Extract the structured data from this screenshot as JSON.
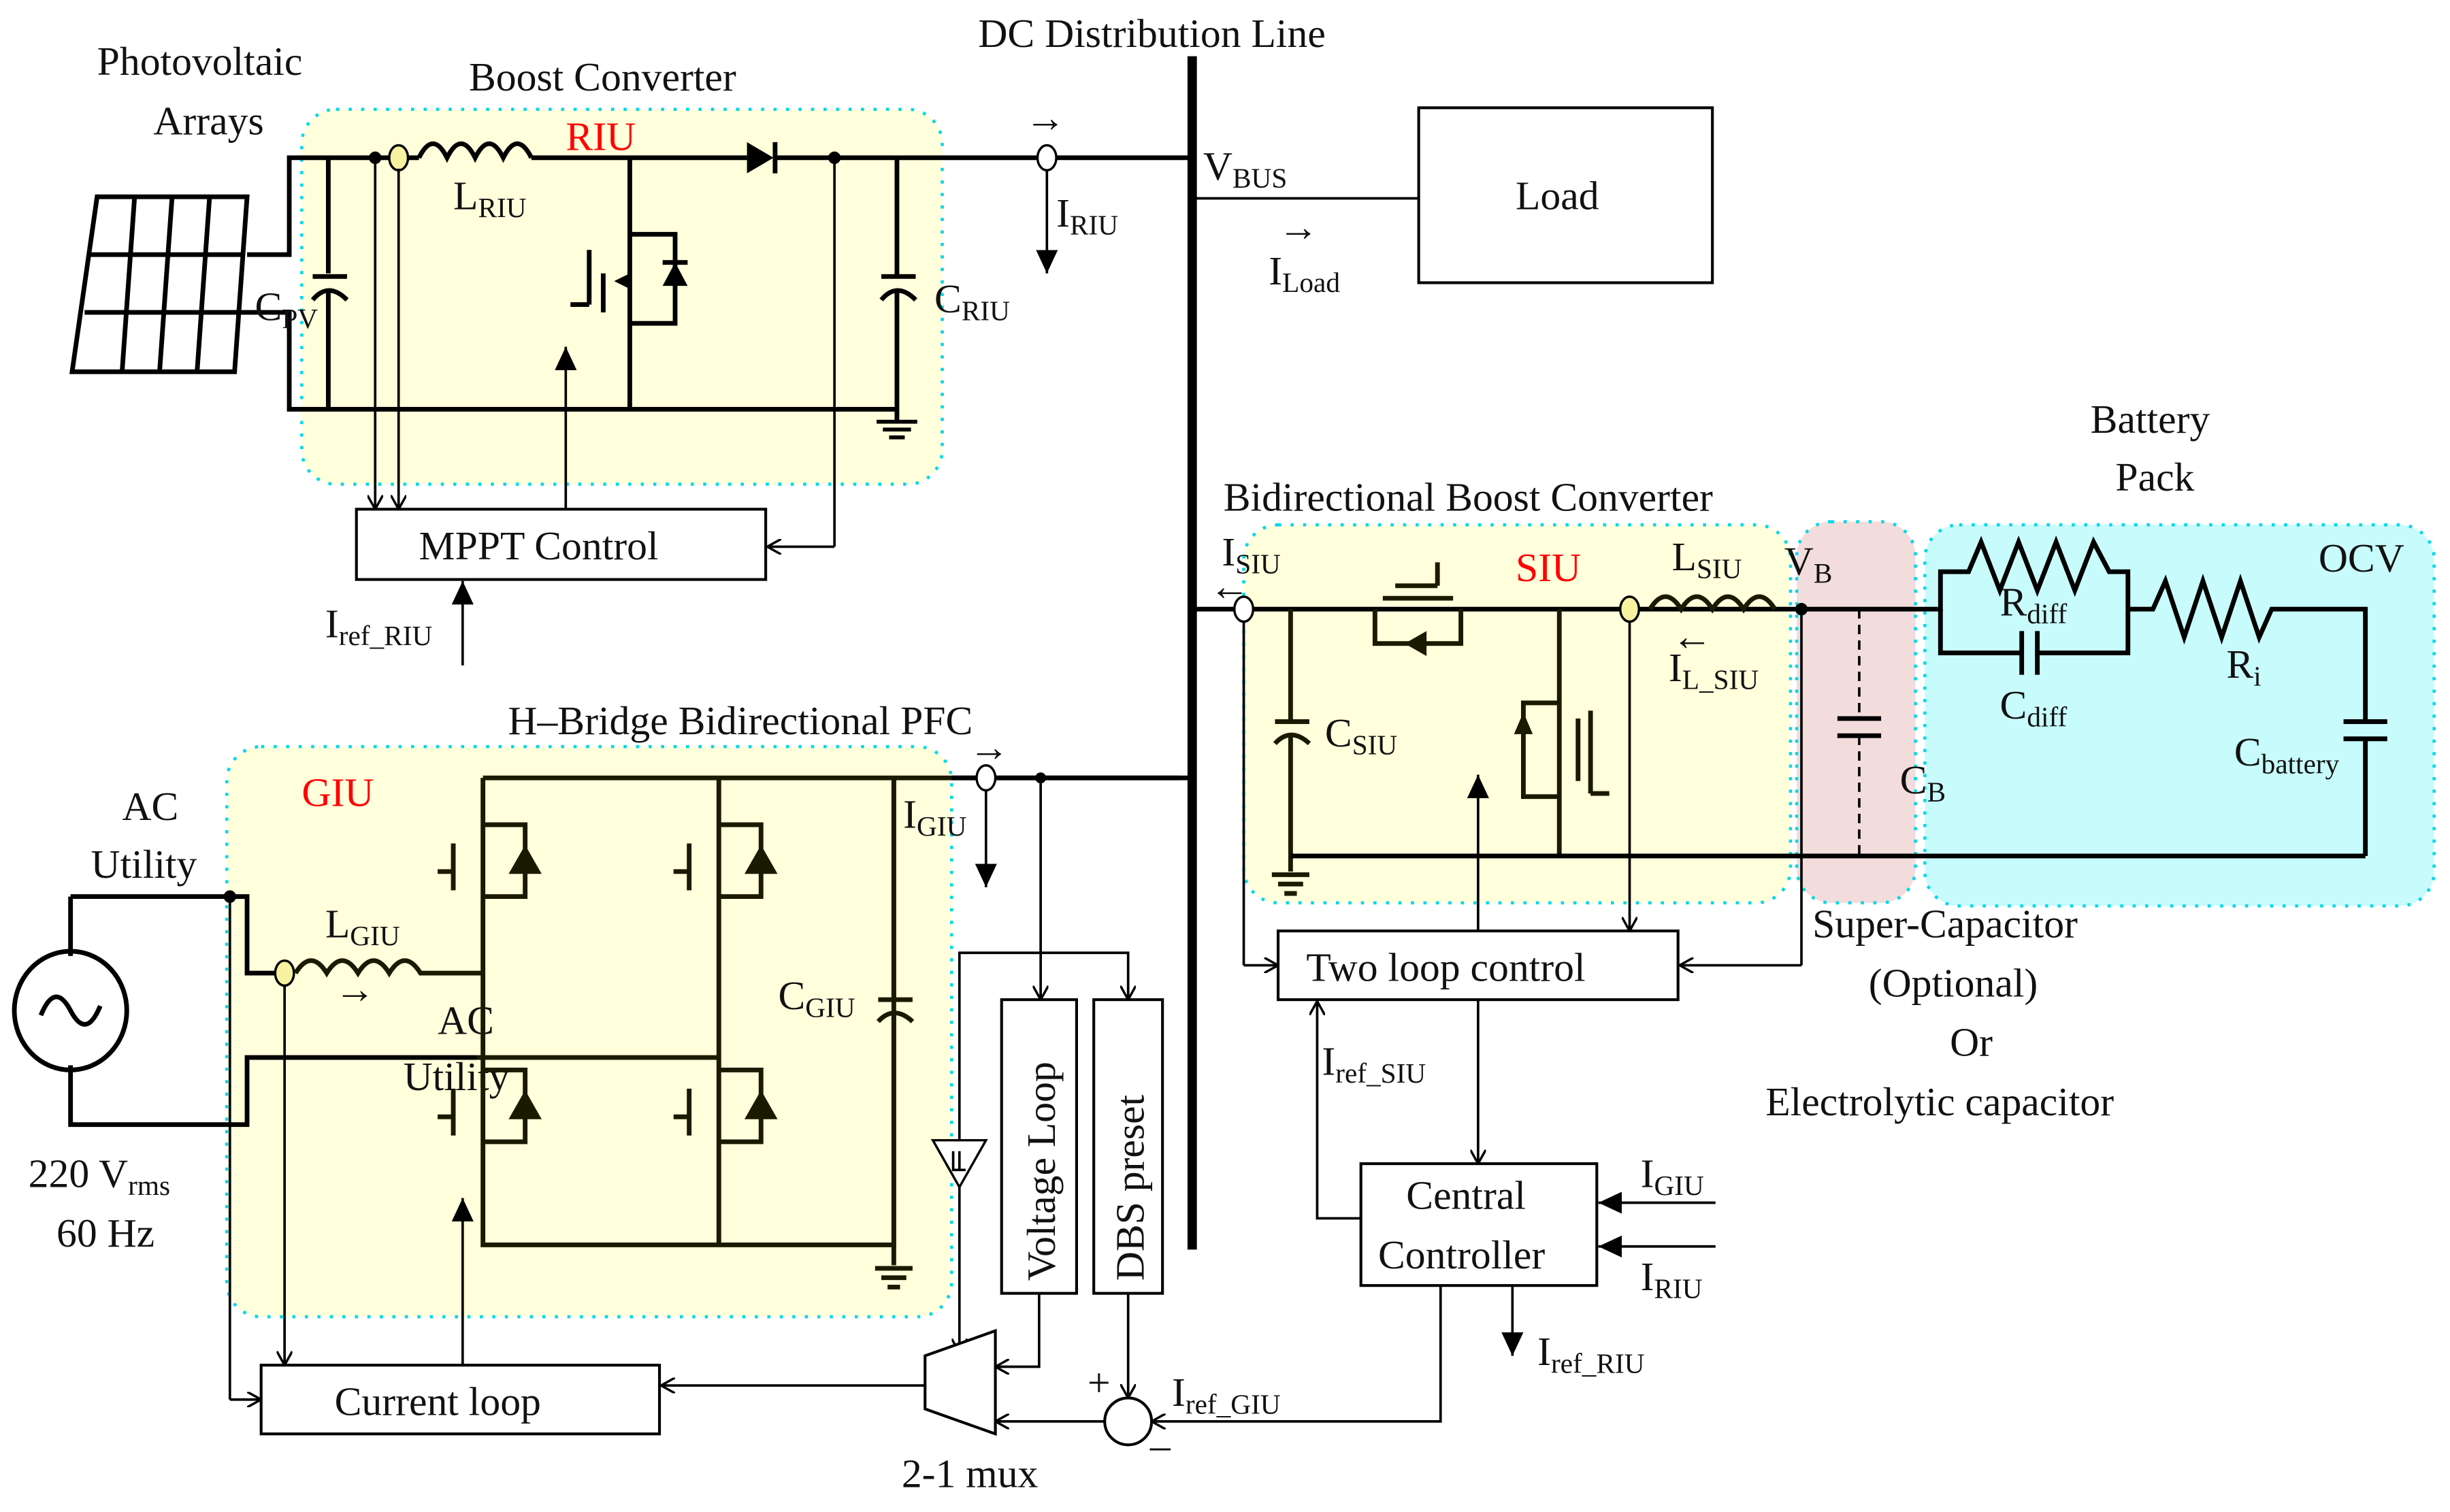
{
  "title_labels": {
    "pv_arrays_1": "Photovoltaic",
    "pv_arrays_2": "Arrays",
    "boost_converter": "Boost Converter",
    "dc_line": "DC Distribution Line",
    "bidirectional_boost": "Bidirectional Boost Converter",
    "battery_1": "Battery",
    "battery_2": "Pack",
    "hbridge": "H–Bridge Bidirectional PFC",
    "ac_utility_1": "AC",
    "ac_utility_2": "Utility",
    "ac_overlap_1": "AC",
    "ac_overlap_2": "Utility",
    "source_v": "220 V",
    "source_v_sub": "rms",
    "source_f": "60 Hz",
    "supercap_1": "Super-Capacitor",
    "supercap_2": "(Optional)",
    "supercap_3": "Or",
    "supercap_4": "Electrolytic capacitor",
    "mux": "2-1 mux"
  },
  "units": {
    "riu": "RIU",
    "siu": "SIU",
    "giu": "GIU"
  },
  "colors": {
    "unit_label": "#ff0000",
    "zone_yellow": "#ffffdc",
    "zone_pink": "#f3dcdc",
    "zone_cyan": "#c8fcfc",
    "zone_border": "#00d8e8"
  },
  "blocks": {
    "mppt": "MPPT Control",
    "load": "Load",
    "two_loop": "Two loop control",
    "central_1": "Central",
    "central_2": "Controller",
    "current_loop": "Current loop",
    "voltage_loop": "Voltage Loop",
    "dbs_preset": "DBS preset"
  },
  "components": {
    "L_RIU": {
      "main": "L",
      "sub": "RIU"
    },
    "C_PV": {
      "main": "C",
      "sub": "PV"
    },
    "C_RIU": {
      "main": "C",
      "sub": "RIU"
    },
    "I_RIU": {
      "main": "I",
      "sub": "RIU"
    },
    "V_BUS": {
      "main": "V",
      "sub": "BUS"
    },
    "I_Load": {
      "main": "I",
      "sub": "Load"
    },
    "Iref_RIU_in": {
      "main": "I",
      "sub": "ref_RIU"
    },
    "I_SIU": {
      "main": "I",
      "sub": "SIU"
    },
    "L_SIU": {
      "main": "L",
      "sub": "SIU"
    },
    "V_B": {
      "main": "V",
      "sub": "B"
    },
    "I_L_SIU": {
      "main": "I",
      "sub": "L_SIU"
    },
    "C_SIU": {
      "main": "C",
      "sub": "SIU"
    },
    "C_B": {
      "main": "C",
      "sub": "B"
    },
    "R_diff": {
      "main": "R",
      "sub": "diff"
    },
    "C_diff": {
      "main": "C",
      "sub": "diff"
    },
    "R_i": {
      "main": "R",
      "sub": "i"
    },
    "C_battery": {
      "main": "C",
      "sub": "battery"
    },
    "OCV": "OCV",
    "I_GIU": {
      "main": "I",
      "sub": "GIU"
    },
    "L_GIU": {
      "main": "L",
      "sub": "GIU"
    },
    "C_GIU": {
      "main": "C",
      "sub": "GIU"
    },
    "Iref_SIU": {
      "main": "I",
      "sub": "ref_SIU"
    },
    "I_GIU_in": {
      "main": "I",
      "sub": "GIU"
    },
    "I_RIU_in": {
      "main": "I",
      "sub": "RIU"
    },
    "Iref_RIU_out": {
      "main": "I",
      "sub": "ref_RIU"
    },
    "Iref_GIU": {
      "main": "I",
      "sub": "ref_GIU"
    },
    "plus": "+",
    "minus": "–"
  }
}
